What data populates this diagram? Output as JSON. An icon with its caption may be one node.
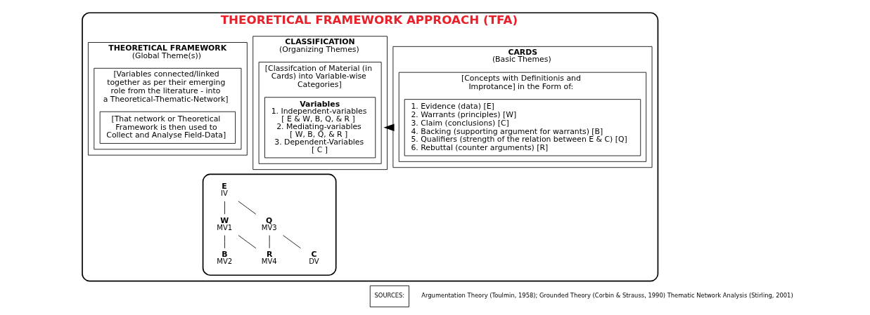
{
  "diagram": {
    "nodes": [
      {
        "text": [
          "THEORETICAL FRAMEWORK APPROACH (TFA)"
        ]
      },
      {
        "text": [
          "CARDS",
          "(Basic Themes)"
        ],
        "in": 0
      },
      {
        "text": [
          "[Concepts with Definitionis and Improtance] in the Form of:"
        ],
        "in": 1
      },
      {
        "text": [
          "1. Evidence (data) [E]",
          "2. Warrants (principles) [W]",
          "3. Claim (conclusions) [C]",
          "4. Backing (supporting argument for warrants) [B]",
          "5. Qualifiers (strength of the relation between E & C) [Q]",
          "6. Rebuttal (counter arguments) [R]"
        ],
        "in": 2
      },
      {
        "text": [
          "CLASSIFICATION",
          "(Organizing Themes)"
        ],
        "in": 0
      },
      {
        "text": [
          "[Classifcation of Material (in Cards) into Variable-wise Categories]"
        ],
        "in": 4
      },
      {
        "text": [
          "Variables",
          "1. Independent-variables",
          "[ E & W, B, Q, & R ]",
          "2. Mediating-variables",
          "[ W, B, Q, & R ]",
          "3. Dependent-Variables",
          "[ C ]"
        ],
        "in": 5
      },
      {
        "text": [
          "THEORETICAL FRAMEWORK",
          "(Global Theme(s))"
        ],
        "in": 0
      },
      {
        "text": [
          "[Variables connected/linked together as per their emerging role from the literature - into a Theoretical-Thematic-Network]"
        ],
        "in": 7
      },
      {
        "text": [
          "[That network or Theoretical Framework is then used to Collect and Analyse Field-Data]"
        ],
        "in": 8
      },
      {
        "text": [],
        "shape": "box",
        "in": 0
      },
      {
        "text": [
          "E"
        ],
        "beside": [
          "IV"
        ],
        "in": 10
      },
      {
        "text": [
          "W"
        ],
        "beside": [
          "MV1"
        ],
        "in": 10
      },
      {
        "text": [
          "B"
        ],
        "beside": [
          "MV2"
        ],
        "in": 10
      },
      {
        "text": [
          "Q"
        ],
        "beside": [
          "MV3"
        ],
        "in": 10
      },
      {
        "text": [
          "R"
        ],
        "beside": [
          "MV4"
        ],
        "in": 10
      },
      {
        "text": [
          "C"
        ],
        "beside": [
          "DV"
        ],
        "in": 10
      }
    ],
    "edges": [
      {
        "from": 1,
        "to": 4,
        "arrow": "to",
        "style": "thick"
      },
      {
        "from": 11,
        "to": 14,
        "arrow": "none"
      },
      {
        "from": 11,
        "to": 12,
        "arrow": "none"
      },
      {
        "from": 14,
        "to": 16,
        "arrow": "none"
      },
      {
        "from": 14,
        "to": 15,
        "arrow": "none"
      },
      {
        "from": 12,
        "to": 15,
        "arrow": "none"
      },
      {
        "from": 12,
        "to": 13,
        "arrow": "none"
      }
    ],
    "labels": [
      "SOURCES:",
      "Argumentation Theory (Toulmin, 1958); Grounded Theory (Corbin & Strauss, 1990) Thematic Network Analysis (Stirling, 2001)"
    ]
  }
}
